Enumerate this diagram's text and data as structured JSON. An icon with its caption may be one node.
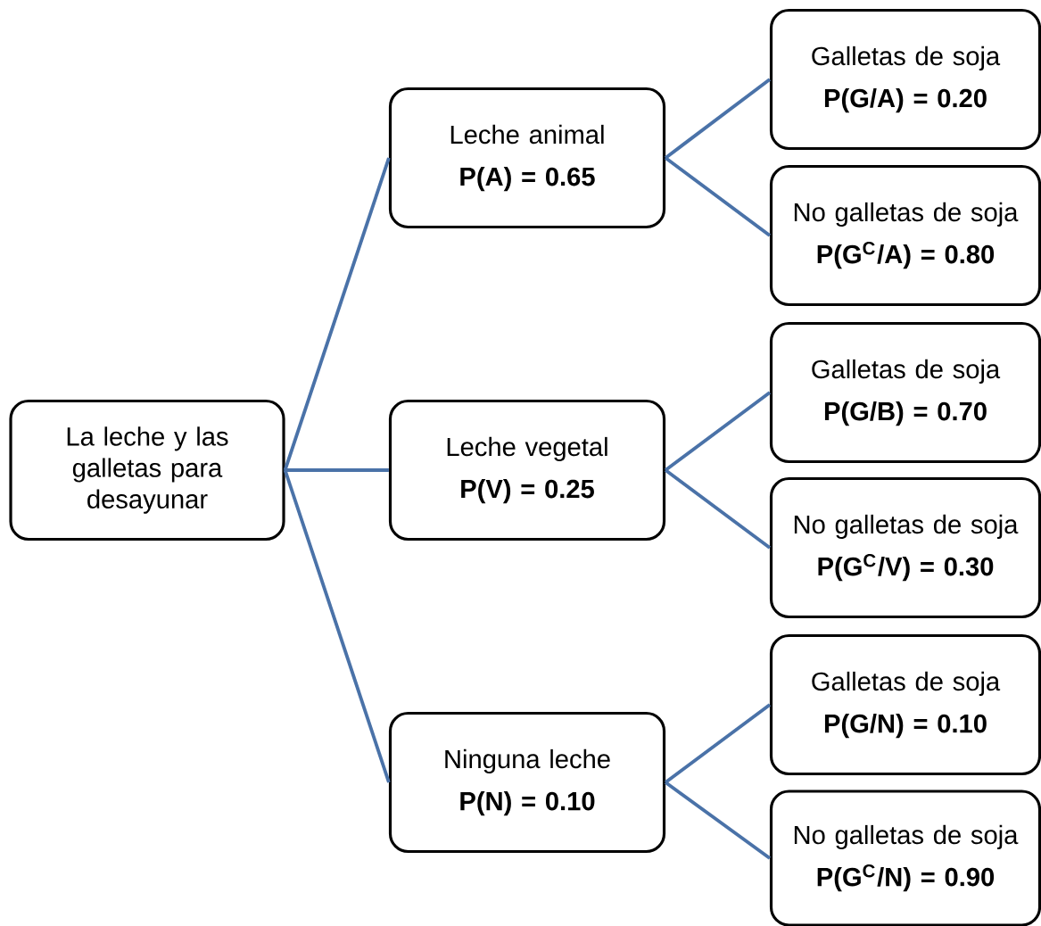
{
  "diagram": {
    "nodes": [
      {
        "text": [
          "La leche y las galletas para desayunar"
        ]
      },
      {
        "text": [
          "Leche animal",
          "P(A) = 0.65"
        ]
      },
      {
        "text": [
          "Leche vegetal",
          "P(V) = 0.25"
        ]
      },
      {
        "text": [
          "Ninguna leche",
          "P(N) = 0.10"
        ]
      },
      {
        "text": [
          "Galletas de soja",
          "P(G/A) = 0.20"
        ]
      },
      {
        "text": [
          "No galletas de soja",
          "P(G$^{C}$/A) = 0.80"
        ]
      },
      {
        "text": [
          "Galletas de soja",
          "P(G/B) = 0.70"
        ]
      },
      {
        "text": [
          "No galletas de soja",
          "P(G$^{C}$/V) = 0.30"
        ]
      },
      {
        "text": [
          "Galletas de soja",
          "P(G/N) = 0.10"
        ]
      },
      {
        "text": [
          "No galletas de soja",
          "P(G$^{C}$/N) = 0.90"
        ]
      }
    ],
    "edges": [
      {
        "from": 0,
        "to": 1,
        "arrow": "none"
      },
      {
        "from": 0,
        "to": 2,
        "arrow": "none"
      },
      {
        "from": 0,
        "to": 3,
        "arrow": "none"
      },
      {
        "from": 1,
        "to": 4,
        "arrow": "none"
      },
      {
        "from": 1,
        "to": 5,
        "arrow": "none"
      },
      {
        "from": 2,
        "to": 6,
        "arrow": "none"
      },
      {
        "from": 2,
        "to": 7,
        "arrow": "none"
      },
      {
        "from": 3,
        "to": 8,
        "arrow": "none"
      },
      {
        "from": 3,
        "to": 9,
        "arrow": "none"
      }
    ]
  }
}
